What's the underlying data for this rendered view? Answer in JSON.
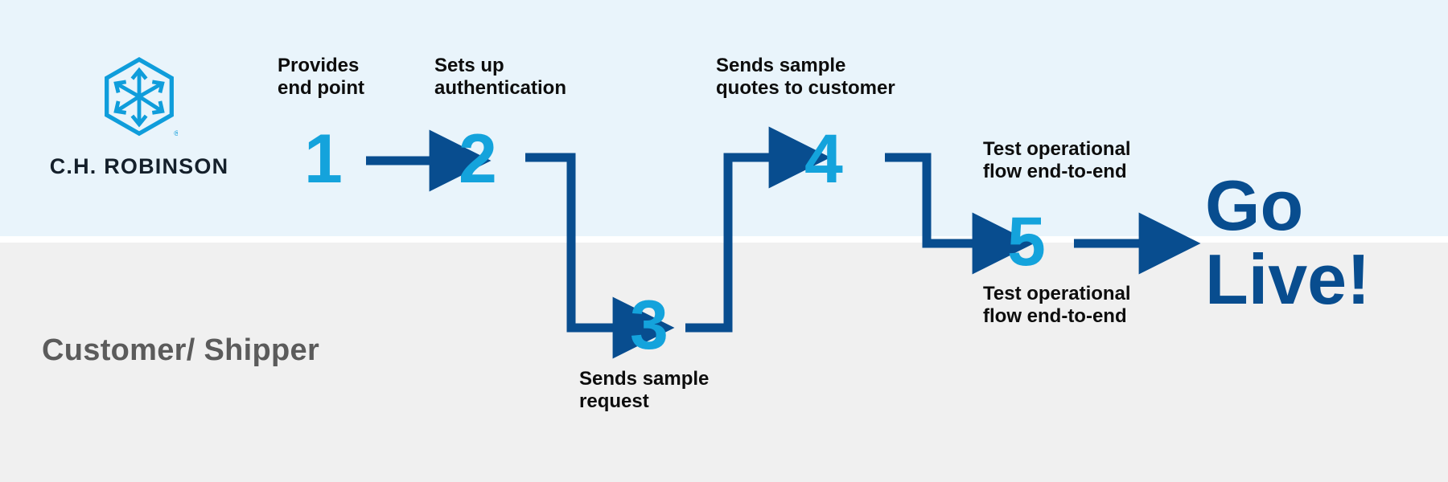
{
  "brand": {
    "logo_icon": "chrobinson-hexagon-arrows-logo",
    "name": "C.H. ROBINSON",
    "registered_mark": "®"
  },
  "colors": {
    "band_top": "#e9f4fb",
    "band_bottom": "#f0f0f0",
    "brand_light_blue": "#14a3dc",
    "brand_dark_blue": "#084d8f",
    "caption_text": "#0d0d0d",
    "lane_label_text": "#5b5b5b"
  },
  "lanes": {
    "top": {
      "label": "C.H. ROBINSON"
    },
    "bottom": {
      "label": "Customer/\nShipper"
    }
  },
  "steps": [
    {
      "number": "1",
      "caption": "Provides\nend point",
      "lane": "top"
    },
    {
      "number": "2",
      "caption": "Sets up\nauthentication",
      "lane": "top"
    },
    {
      "number": "3",
      "caption": "Sends sample\nrequest",
      "lane": "bottom"
    },
    {
      "number": "4",
      "caption": "Sends sample\nquotes to customer",
      "lane": "top"
    },
    {
      "number": "5",
      "caption_top": "Test operational\nflow end-to-end",
      "caption_bottom": "Test operational\nflow end-to-end",
      "lane": "both"
    }
  ],
  "outcome": {
    "label": "Go\nLive!"
  },
  "arrows": [
    {
      "name": "arrow-1-to-2",
      "type": "straight-right"
    },
    {
      "name": "arrow-2-to-3",
      "type": "elbow-down-right"
    },
    {
      "name": "arrow-3-to-4",
      "type": "elbow-up-right"
    },
    {
      "name": "arrow-4-to-5",
      "type": "elbow-down-right"
    },
    {
      "name": "arrow-5-to-golive",
      "type": "straight-right"
    }
  ]
}
